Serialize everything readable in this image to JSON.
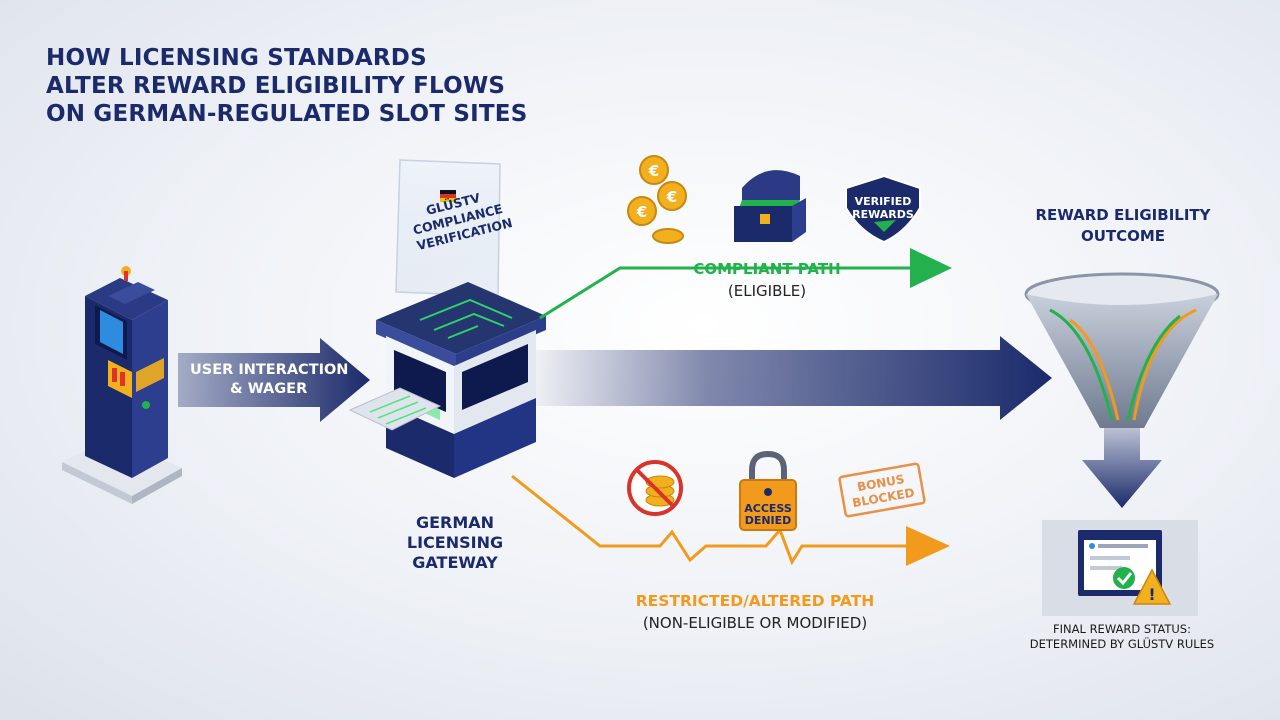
{
  "title": {
    "line1": "HOW LICENSING STANDARDS",
    "line2": "ALTER REWARD ELIGIBILITY FLOWS",
    "line3": "ON GERMAN-REGULATED SLOT SITES"
  },
  "input_arrow": {
    "line1": "USER INTERACTION",
    "line2": "& WAGER"
  },
  "gateway": {
    "label_line1": "GERMAN",
    "label_line2": "LICENSING",
    "label_line3": "GATEWAY",
    "screen_line1": "GLÜSTV",
    "screen_line2": "COMPLIANCE",
    "screen_line3": "VERIFICATION"
  },
  "compliant_path": {
    "label": "COMPLIANT PATH",
    "sublabel": "(ELIGIBLE)",
    "shield_line1": "VERIFIED",
    "shield_line2": "REWARDS",
    "color": "#22b14c"
  },
  "restricted_path": {
    "label": "RESTRICTED/ALTERED PATH",
    "sublabel": "(NON-ELIGIBLE OR MODIFIED)",
    "lock_line1": "ACCESS",
    "lock_line2": "DENIED",
    "stamp_line1": "BONUS",
    "stamp_line2": "BLOCKED",
    "color": "#f29a1c"
  },
  "outcome": {
    "title_line1": "REWARD ELIGIBILITY",
    "title_line2": "OUTCOME",
    "final_line1": "FINAL REWARD STATUS:",
    "final_line2": "DETERMINED BY GLÜSTV RULES"
  },
  "colors": {
    "navy": "#1b2a6b",
    "green": "#22b14c",
    "orange": "#f29a1c",
    "gold": "#f2b01e"
  }
}
